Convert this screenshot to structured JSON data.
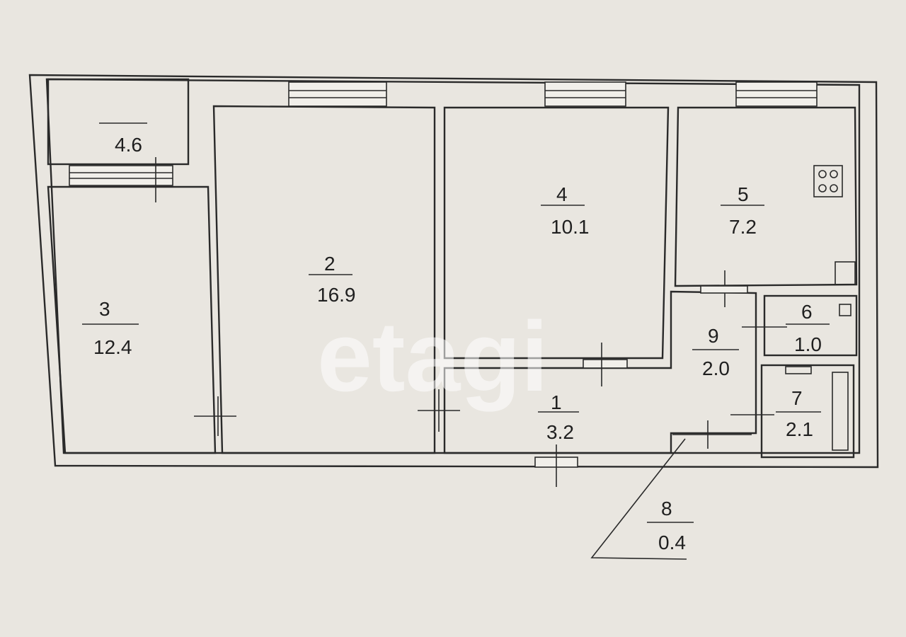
{
  "plan": {
    "rooms": [
      {
        "id": "room-1",
        "number": "1",
        "area": "3.2"
      },
      {
        "id": "room-2",
        "number": "2",
        "area": "16.9"
      },
      {
        "id": "room-3",
        "number": "3",
        "area": "12.4"
      },
      {
        "id": "room-4",
        "number": "4",
        "area": "10.1"
      },
      {
        "id": "room-5",
        "number": "5",
        "area": "7.2"
      },
      {
        "id": "room-6",
        "number": "6",
        "area": "1.0"
      },
      {
        "id": "room-7",
        "number": "7",
        "area": "2.1"
      },
      {
        "id": "room-8",
        "number": "8",
        "area": "0.4"
      },
      {
        "id": "room-9",
        "number": "9",
        "area": "2.0"
      }
    ],
    "balcony_area": "4.6",
    "watermark": "etagi",
    "colors": {
      "background": "#e9e6e0",
      "ink": "#2a2a2a"
    }
  }
}
